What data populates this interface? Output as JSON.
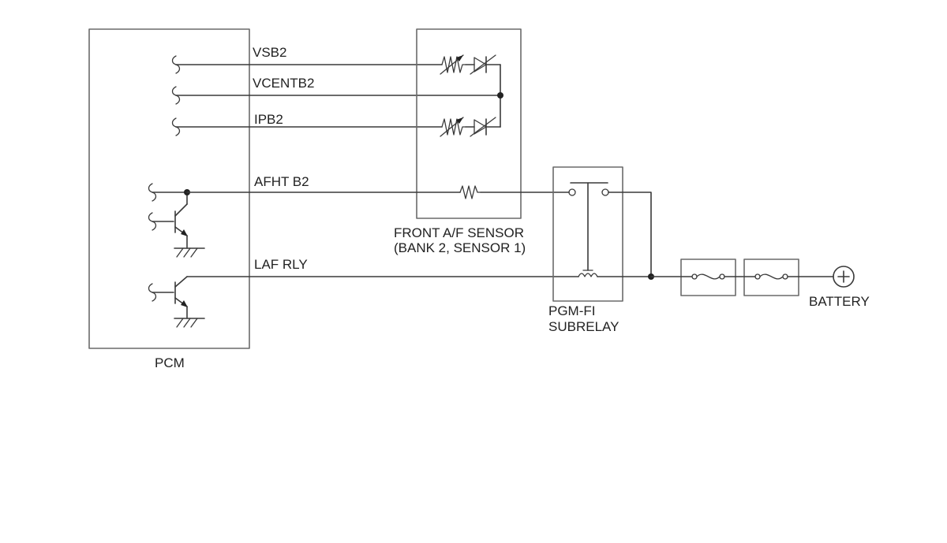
{
  "components": {
    "pcm": {
      "label": "PCM"
    },
    "front_af_sensor": {
      "label_line1": "FRONT A/F SENSOR",
      "label_line2": "(BANK 2, SENSOR 1)"
    },
    "pgm_fi_subrelay": {
      "label_line1": "PGM-FI",
      "label_line2": "SUBRELAY"
    },
    "battery": {
      "label": "BATTERY"
    }
  },
  "wires": {
    "vsb2": "VSB2",
    "vcentb2": "VCENTB2",
    "ipb2": "IPB2",
    "afht_b2": "AFHT B2",
    "laf_rly": "LAF RLY"
  },
  "colors": {
    "line": "#3a3a3a",
    "box": "#6a6a6a",
    "text": "#222222"
  }
}
